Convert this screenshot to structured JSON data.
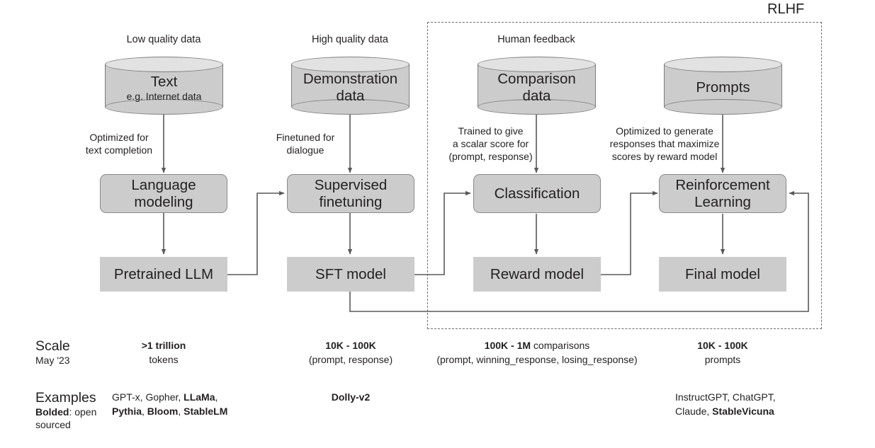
{
  "diagram": {
    "rlhf_group_label": "RLHF",
    "columns": [
      {
        "key": "pretraining",
        "top_label": "Low quality data",
        "dataset": {
          "title": "Text",
          "subtitle": "e.g. Internet data"
        },
        "arrow_caption": "Optimized for\ntext completion",
        "process": "Language\nmodeling",
        "artifact": "Pretrained LLM",
        "scale_main": ">1 trillion",
        "scale_sub": "tokens",
        "examples": "GPT-x, Gopher, LLaMa,\nPythia, Bloom, StableLM"
      },
      {
        "key": "sft",
        "top_label": "High quality data",
        "dataset": {
          "title": "Demonstration\ndata",
          "subtitle": ""
        },
        "arrow_caption": "Finetuned for\ndialogue",
        "process": "Supervised\nfinetuning",
        "artifact": "SFT model",
        "scale_main": "10K - 100K",
        "scale_sub": "(prompt, response)",
        "examples": "Dolly-v2"
      },
      {
        "key": "reward-modeling",
        "top_label": "Human feedback",
        "dataset": {
          "title": "Comparison\ndata",
          "subtitle": ""
        },
        "arrow_caption": "Trained to give\na scalar score for\n(prompt, response)",
        "process": "Classification",
        "artifact": "Reward model",
        "scale_main": "100K - 1M",
        "scale_main_tail": " comparisons",
        "scale_sub": "(prompt, winning_response, losing_response)",
        "examples": ""
      },
      {
        "key": "rl-finetuning",
        "top_label": "",
        "dataset": {
          "title": "Prompts",
          "subtitle": ""
        },
        "arrow_caption": "Optimized to generate\nresponses that maximize\nscores by reward model",
        "process": "Reinforcement\nLearning",
        "artifact": "Final model",
        "scale_main": "10K - 100K",
        "scale_sub": "prompts",
        "examples": "InstructGPT, ChatGPT,\nClaude, StableVicuna"
      }
    ],
    "footer": {
      "scale_heading": "Scale",
      "scale_subheading": "May '23",
      "examples_heading": "Examples",
      "examples_note_bold": "Bolded",
      "examples_note_rest": ": open",
      "examples_note_line2": "sourced"
    }
  },
  "colors": {
    "box_fill": "#cccccc",
    "box_stroke": "#8a8a8a",
    "cylinder_top_fill": "#e2e2e2",
    "cylinder_stroke": "#7d7d7d",
    "edge_stroke": "#595959",
    "dashed_stroke": "#6e6e6e",
    "text": "#231f20"
  }
}
